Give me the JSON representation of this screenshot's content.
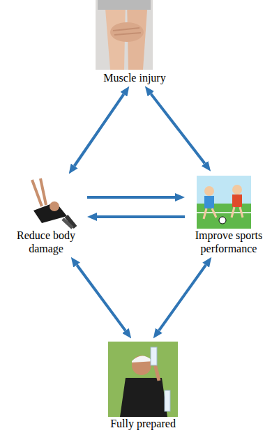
{
  "diagram": {
    "nodes": [
      {
        "text": [
          "Muscle injury"
        ]
      },
      {
        "text": [
          "Reduce body damage"
        ]
      },
      {
        "text": [
          "Improve sports performance"
        ]
      },
      {
        "text": [
          "Fully prepared"
        ]
      }
    ],
    "edges": [
      {
        "from": 0,
        "to": 1,
        "arrow": "both"
      },
      {
        "from": 0,
        "to": 2,
        "arrow": "both"
      },
      {
        "from": 1,
        "to": 2,
        "arrow": "to"
      },
      {
        "from": 2,
        "to": 1,
        "arrow": "to"
      },
      {
        "from": 1,
        "to": 3,
        "arrow": "both"
      },
      {
        "from": 2,
        "to": 3,
        "arrow": "both"
      }
    ]
  }
}
